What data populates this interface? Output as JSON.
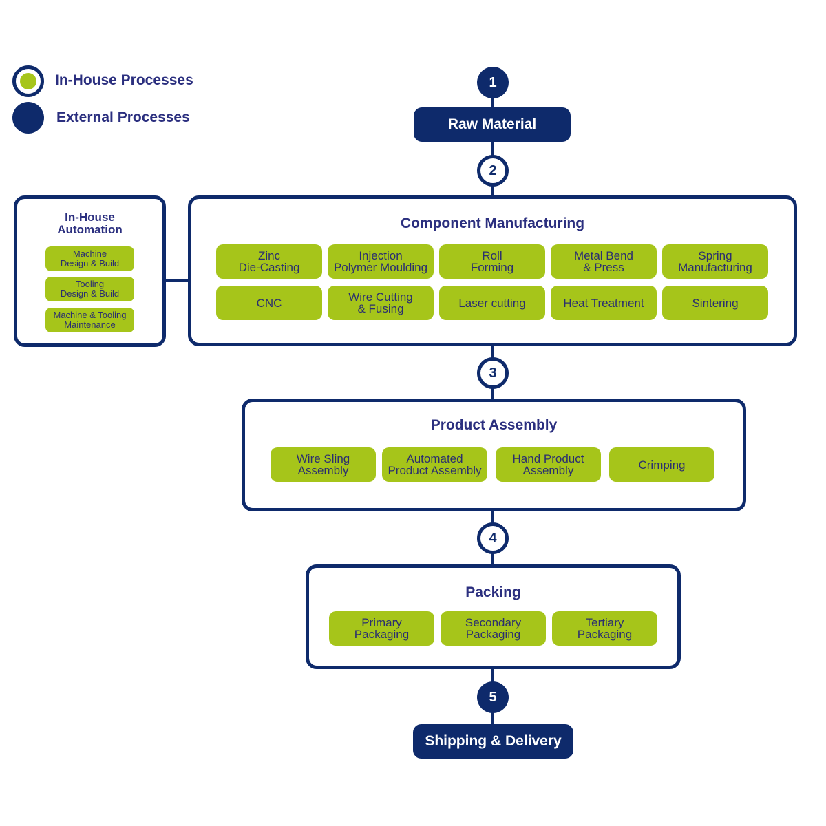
{
  "legend": {
    "in_house": "In-House Processes",
    "external": "External Processes"
  },
  "steps": [
    "1",
    "2",
    "3",
    "4",
    "5"
  ],
  "raw_material": "Raw Material",
  "shipping": "Shipping & Delivery",
  "automation": {
    "title": "In-House\nAutomation",
    "items": [
      "Machine\nDesign & Build",
      "Tooling\nDesign & Build",
      "Machine & Tooling\nMaintenance"
    ]
  },
  "component_manufacturing": {
    "title": "Component Manufacturing",
    "items": [
      "Zinc\nDie-Casting",
      "Injection\nPolymer Moulding",
      "Roll\nForming",
      "Metal Bend\n& Press",
      "Spring\nManufacturing",
      "CNC",
      "Wire Cutting\n& Fusing",
      "Laser cutting",
      "Heat Treatment",
      "Sintering"
    ]
  },
  "product_assembly": {
    "title": "Product Assembly",
    "items": [
      "Wire Sling\nAssembly",
      "Automated\nProduct Assembly",
      "Hand Product\nAssembly",
      "Crimping"
    ]
  },
  "packing": {
    "title": "Packing",
    "items": [
      "Primary\nPackaging",
      "Secondary\nPackaging",
      "Tertiary\nPackaging"
    ]
  },
  "colors": {
    "navy": "#0e2a6b",
    "green": "#a6c51a",
    "title_text": "#2b2f7f"
  }
}
